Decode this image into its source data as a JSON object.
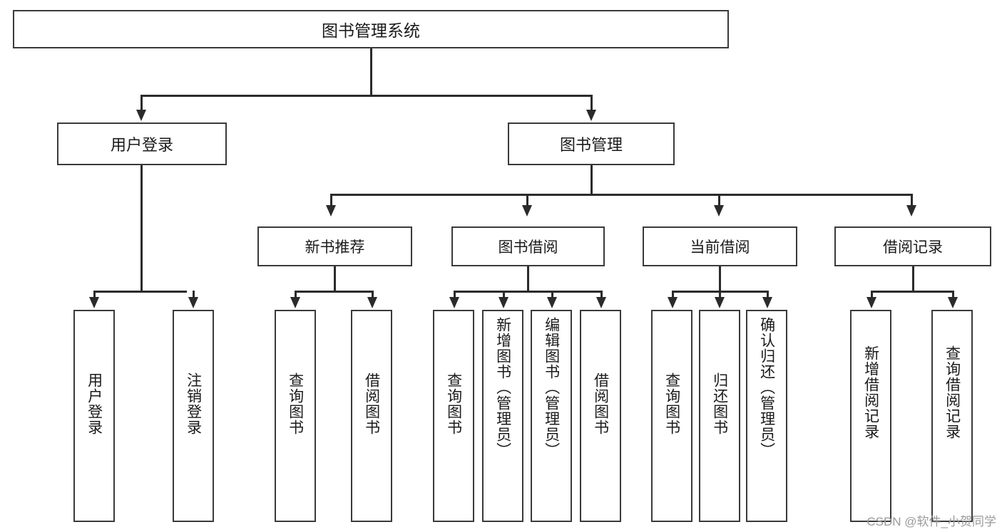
{
  "diagram": {
    "title": "图书管理系统",
    "watermark": "CSDN @软件_小贺同学",
    "root": {
      "label": "图书管理系统"
    },
    "level1": [
      {
        "label": "用户登录"
      },
      {
        "label": "图书管理"
      }
    ],
    "level2": [
      {
        "label": "新书推荐"
      },
      {
        "label": "图书借阅"
      },
      {
        "label": "当前借阅"
      },
      {
        "label": "借阅记录"
      }
    ],
    "leaves": [
      {
        "label": "用户登录"
      },
      {
        "label": "注销登录"
      },
      {
        "label": "查询图书"
      },
      {
        "label": "借阅图书"
      },
      {
        "label": "查询图书"
      },
      {
        "label": "新增图书（管理员）"
      },
      {
        "label": "编辑图书（管理员）"
      },
      {
        "label": "借阅图书"
      },
      {
        "label": "查询图书"
      },
      {
        "label": "归还图书"
      },
      {
        "label": "确认归还（管理员）"
      },
      {
        "label": "新增借阅记录"
      },
      {
        "label": "查询借阅记录"
      }
    ],
    "colors": {
      "stroke": "#2b2b2b",
      "box_border": "#3a3a3a",
      "text": "#1a1a1a",
      "background": "#ffffff",
      "watermark": "#9a9a9a"
    }
  }
}
